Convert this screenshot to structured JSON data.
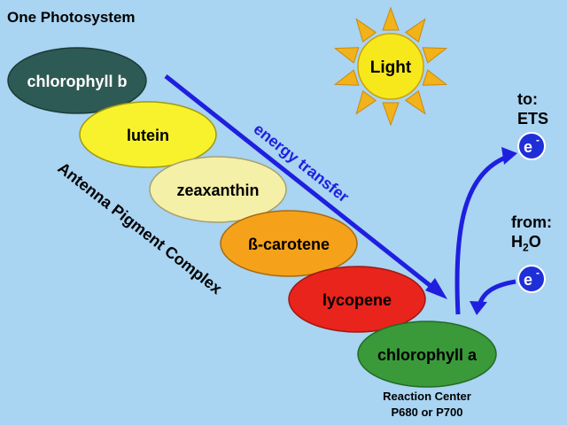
{
  "title": "One Photosystem",
  "sun_label": "Light",
  "pigments": [
    {
      "label": "chlorophyll b",
      "color": "#2e5a55",
      "text_color": "#ffffff"
    },
    {
      "label": "lutein",
      "color": "#f7f22c",
      "text_color": "#000000"
    },
    {
      "label": "zeaxanthin",
      "color": "#f5f0a8",
      "text_color": "#000000"
    },
    {
      "label": "ß-carotene",
      "color": "#f5a21a",
      "text_color": "#000000"
    },
    {
      "label": "lycopene",
      "color": "#e8241c",
      "text_color": "#000000"
    },
    {
      "label": "chlorophyll a",
      "color": "#3a9a3a",
      "text_color": "#000000"
    }
  ],
  "energy_transfer_label": "energy transfer",
  "antenna_label": "Antenna Pigment Complex",
  "reaction_center": {
    "line1": "Reaction Center",
    "line2": "P680 or P700"
  },
  "to_ets": {
    "line1": "to:",
    "line2": "ETS"
  },
  "from_h2o": {
    "line1": "from:",
    "line2_main": "H",
    "line2_sub": "2",
    "line2_end": "O"
  },
  "electron": {
    "symbol": "e",
    "charge": "-"
  },
  "colors": {
    "background": "#a9d4f2",
    "arrow_blue": "#1f1fe0",
    "electron_blue": "#1f2fd8",
    "sun_yellow": "#f7e81c",
    "sun_ray": "#f2b21a"
  }
}
